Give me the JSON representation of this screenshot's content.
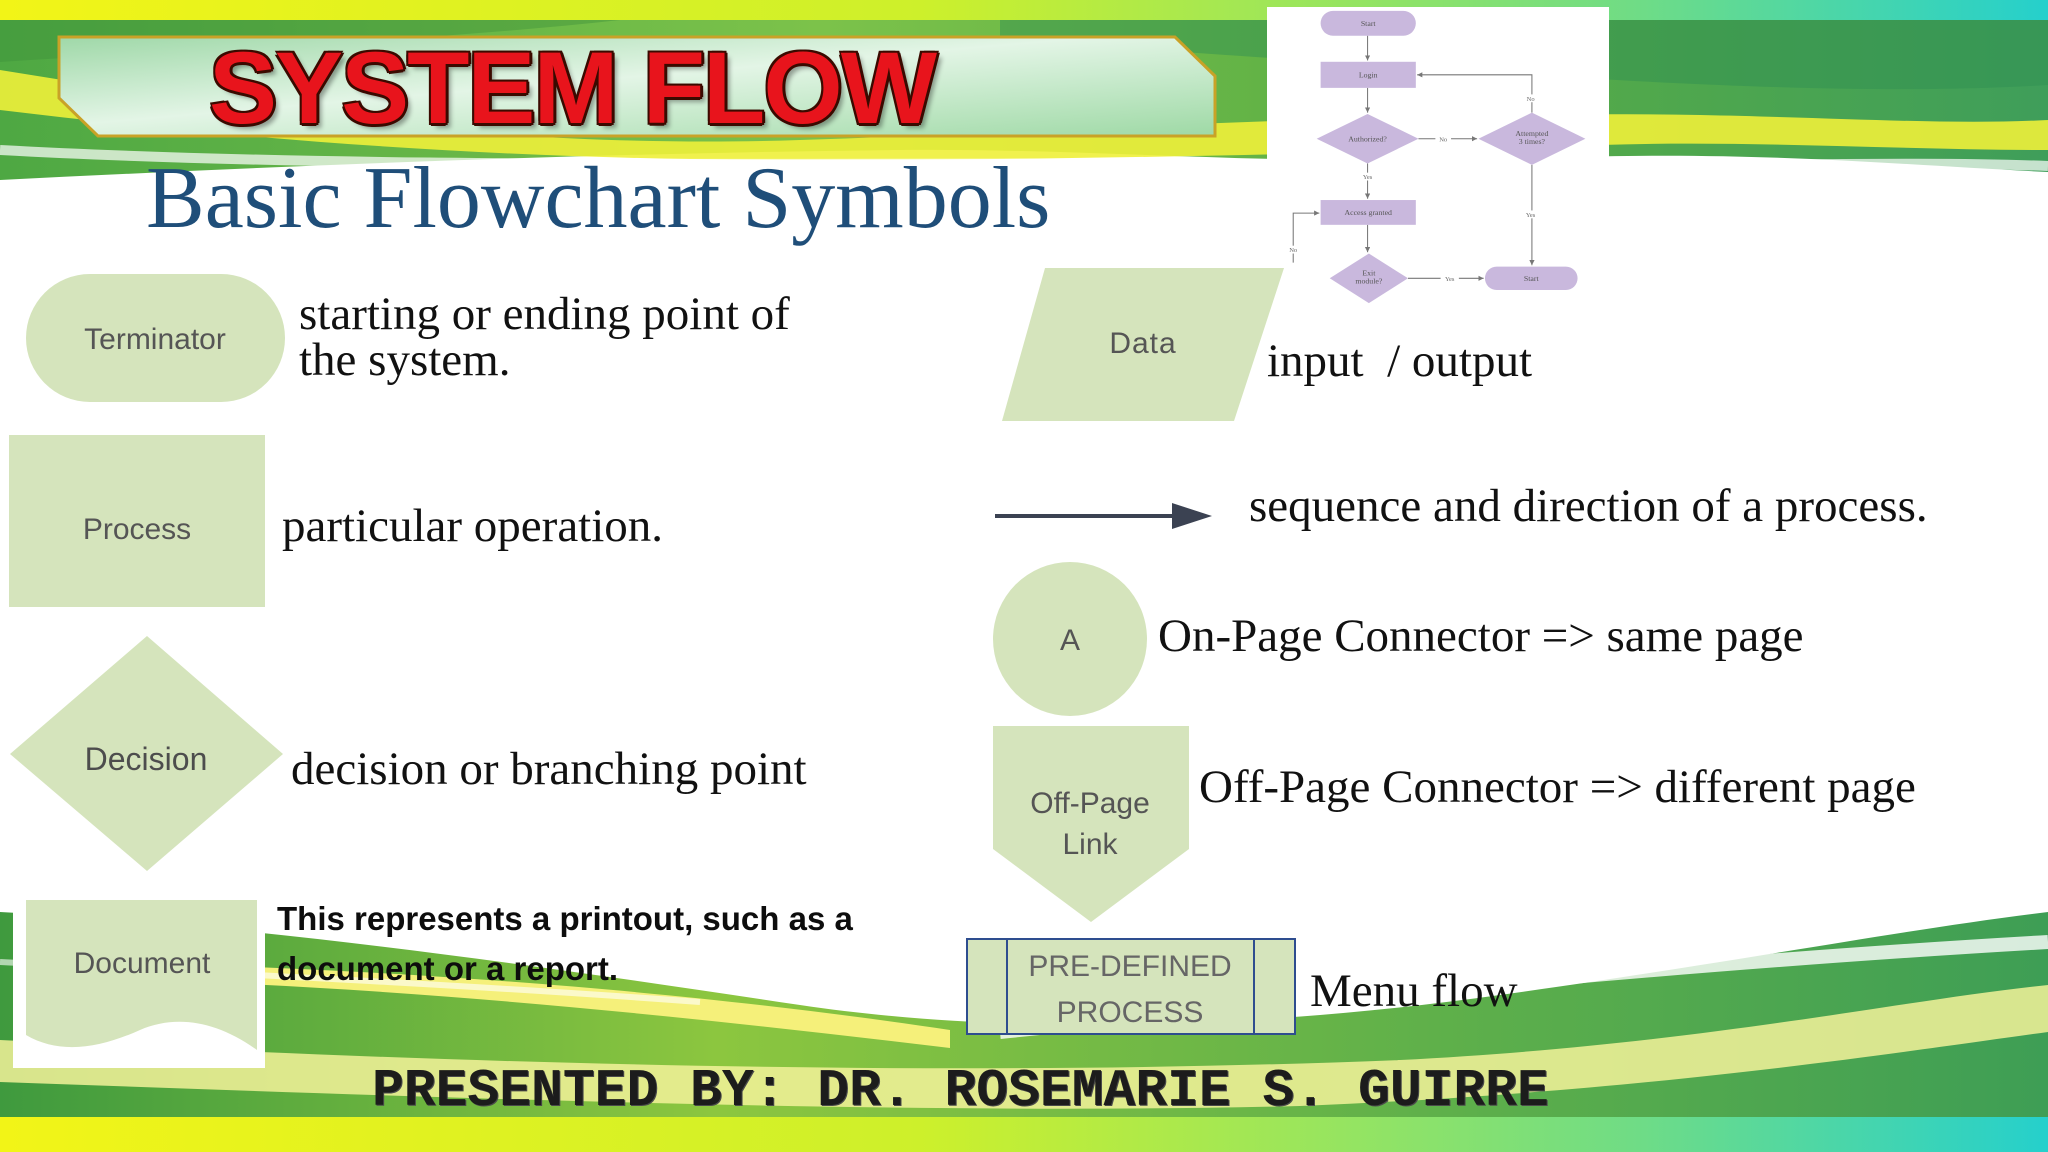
{
  "title": "SYSTEM FLOW",
  "subtitle": "Basic Flowchart Symbols",
  "symbols": {
    "terminator": {
      "label": "Terminator",
      "desc_line1": "starting or ending point of",
      "desc_line2": "the system."
    },
    "process": {
      "label": "Process",
      "desc": "particular operation."
    },
    "decision": {
      "label": "Decision",
      "desc": "decision or branching point"
    },
    "document": {
      "label": "Document",
      "desc_line1": "This represents a printout, such as a",
      "desc_line2": "document or a report."
    },
    "data": {
      "label": "Data",
      "desc": "input  / output"
    },
    "arrow": {
      "desc": "sequence and direction of a process."
    },
    "on_page": {
      "label": "A",
      "desc": "On-Page Connector => same page"
    },
    "off_page": {
      "label_line1": "Off-Page",
      "label_line2": "Link",
      "desc": "Off-Page Connector => different page"
    },
    "predefined": {
      "label_line1": "PRE-DEFINED",
      "label_line2": "PROCESS",
      "desc": "Menu flow"
    }
  },
  "example_flowchart": {
    "start": "Start",
    "login": "Login",
    "authorized": "Authorized?",
    "attempted": [
      "Attempted",
      "3 times?"
    ],
    "access_granted": "Access granted",
    "exit_module": [
      "Exit",
      "module?"
    ],
    "end": "Start",
    "labels": {
      "authorized_no": "No",
      "attempted_no": "No",
      "authorized_yes": "Yes",
      "attempted_yes": "Yes",
      "exit_yes": "Yes",
      "exit_no": "No"
    }
  },
  "footer": "PRESENTED BY: DR. ROSEMARIE S. GUIRRE",
  "colors": {
    "shape_fill": "#d5e4bc",
    "title_red": "#e8141c",
    "subtitle_blue": "#1f4e79",
    "flow_node": "#c9b8dd",
    "predefined_border": "#2e4d8f"
  }
}
